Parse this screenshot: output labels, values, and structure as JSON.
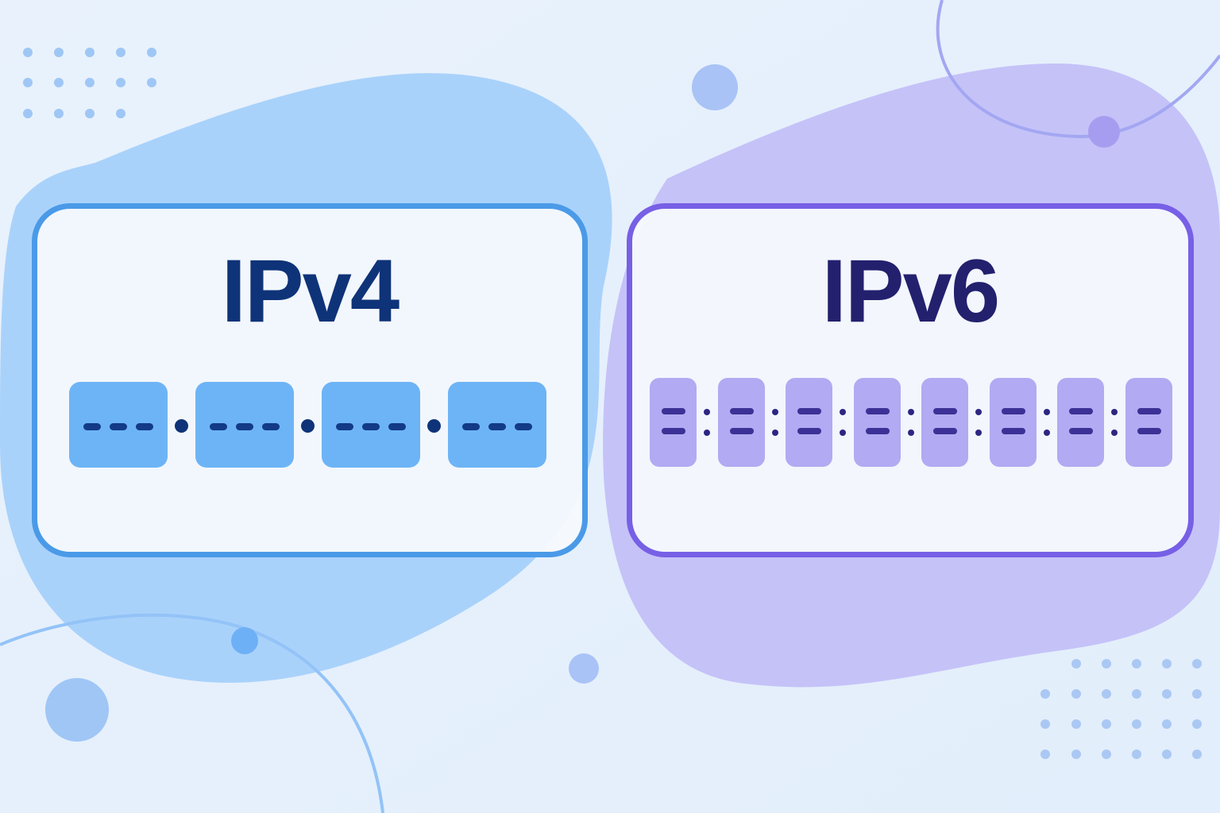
{
  "ipv4": {
    "title": "IPv4",
    "segments": 4,
    "separator": "dot",
    "accent": "#4a9ae8",
    "segment_fill": "#6db4f6",
    "text_color": "#0f3378"
  },
  "ipv6": {
    "title": "IPv6",
    "segments": 8,
    "separator": "colon",
    "accent": "#7760e6",
    "segment_fill": "#b2aaf2",
    "text_color": "#23206e"
  },
  "background": {
    "base": "#e6f0fb",
    "blob_blue": "#a9d2fb",
    "blob_purple": "#c5c2f8"
  }
}
